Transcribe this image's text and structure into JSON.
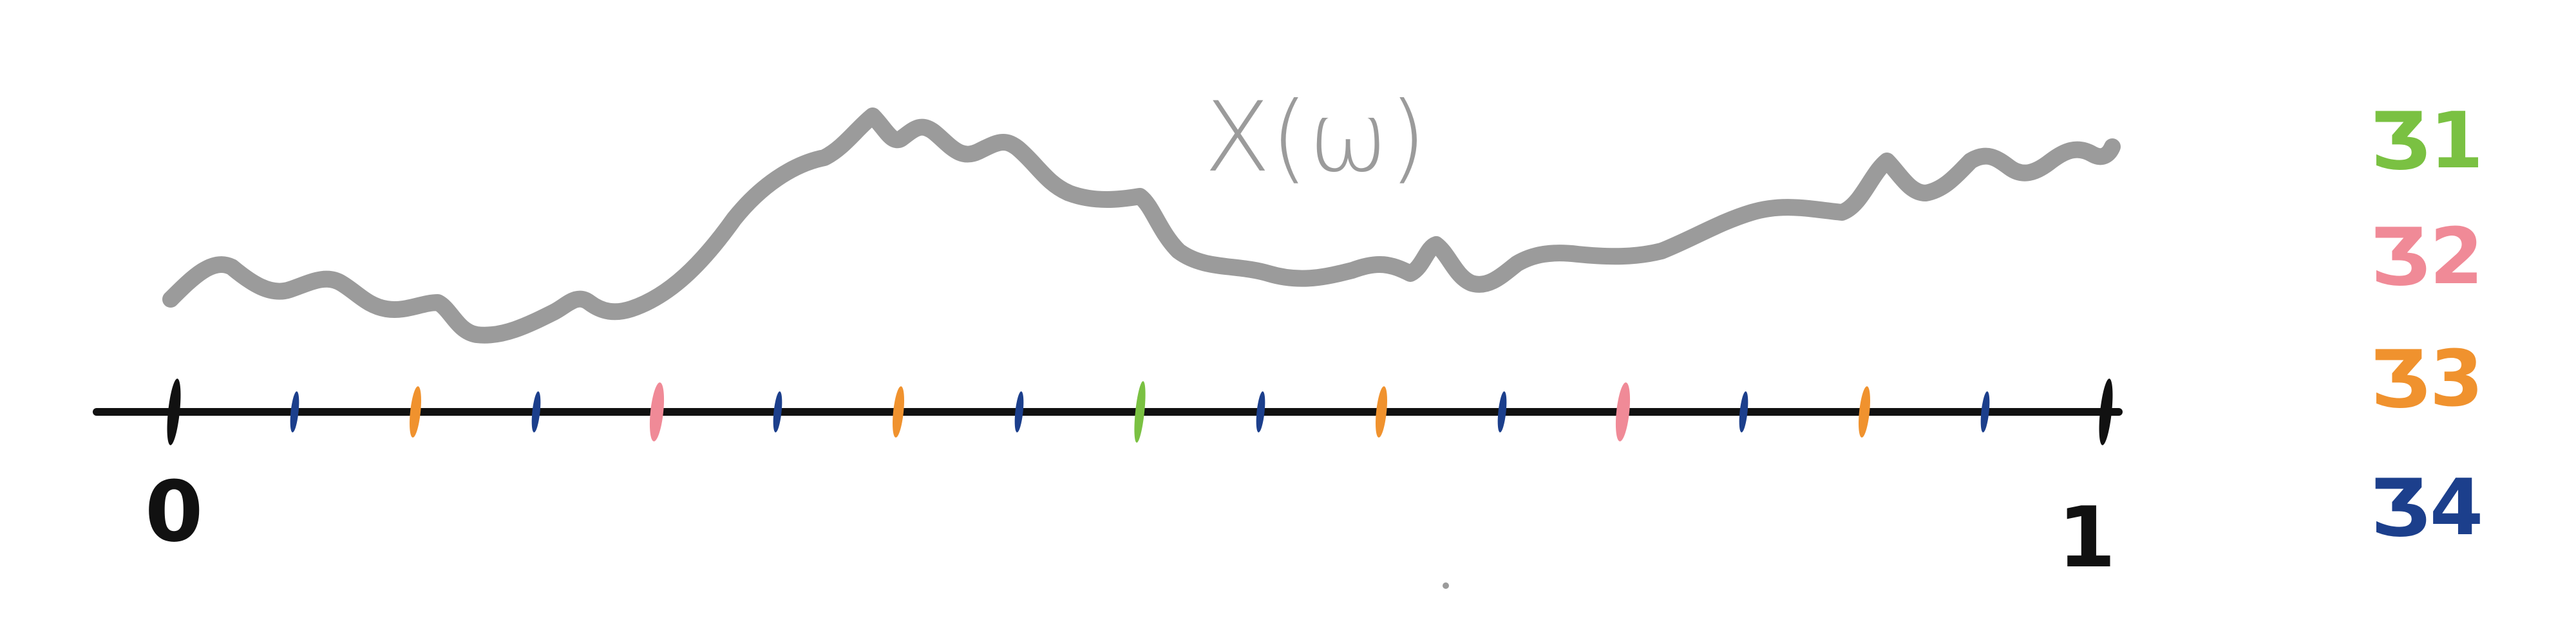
{
  "diagram": {
    "curve_label": "X(ω)",
    "axis": {
      "start_label": "0",
      "end_label": "1",
      "ticks": [
        {
          "t": 0.0,
          "level": "end"
        },
        {
          "t": 0.0625,
          "level": "D4"
        },
        {
          "t": 0.125,
          "level": "D3"
        },
        {
          "t": 0.1875,
          "level": "D4"
        },
        {
          "t": 0.25,
          "level": "D2"
        },
        {
          "t": 0.3125,
          "level": "D4"
        },
        {
          "t": 0.375,
          "level": "D3"
        },
        {
          "t": 0.4375,
          "level": "D4"
        },
        {
          "t": 0.5,
          "level": "D1"
        },
        {
          "t": 0.5625,
          "level": "D4"
        },
        {
          "t": 0.625,
          "level": "D3"
        },
        {
          "t": 0.6875,
          "level": "D4"
        },
        {
          "t": 0.75,
          "level": "D2"
        },
        {
          "t": 0.8125,
          "level": "D4"
        },
        {
          "t": 0.875,
          "level": "D3"
        },
        {
          "t": 0.9375,
          "level": "D4"
        },
        {
          "t": 1.0,
          "level": "end"
        }
      ]
    },
    "legend": [
      {
        "key": "D1",
        "label": "Ʒ1",
        "color": "#7ac142"
      },
      {
        "key": "D2",
        "label": "Ʒ2",
        "color": "#f08a97"
      },
      {
        "key": "D3",
        "label": "Ʒ3",
        "color": "#f0922e"
      },
      {
        "key": "D4",
        "label": "Ʒ4",
        "color": "#1c3f8c"
      }
    ],
    "colors": {
      "curve": "#9b9b9b",
      "axis": "#111111",
      "end": "#111111"
    }
  }
}
